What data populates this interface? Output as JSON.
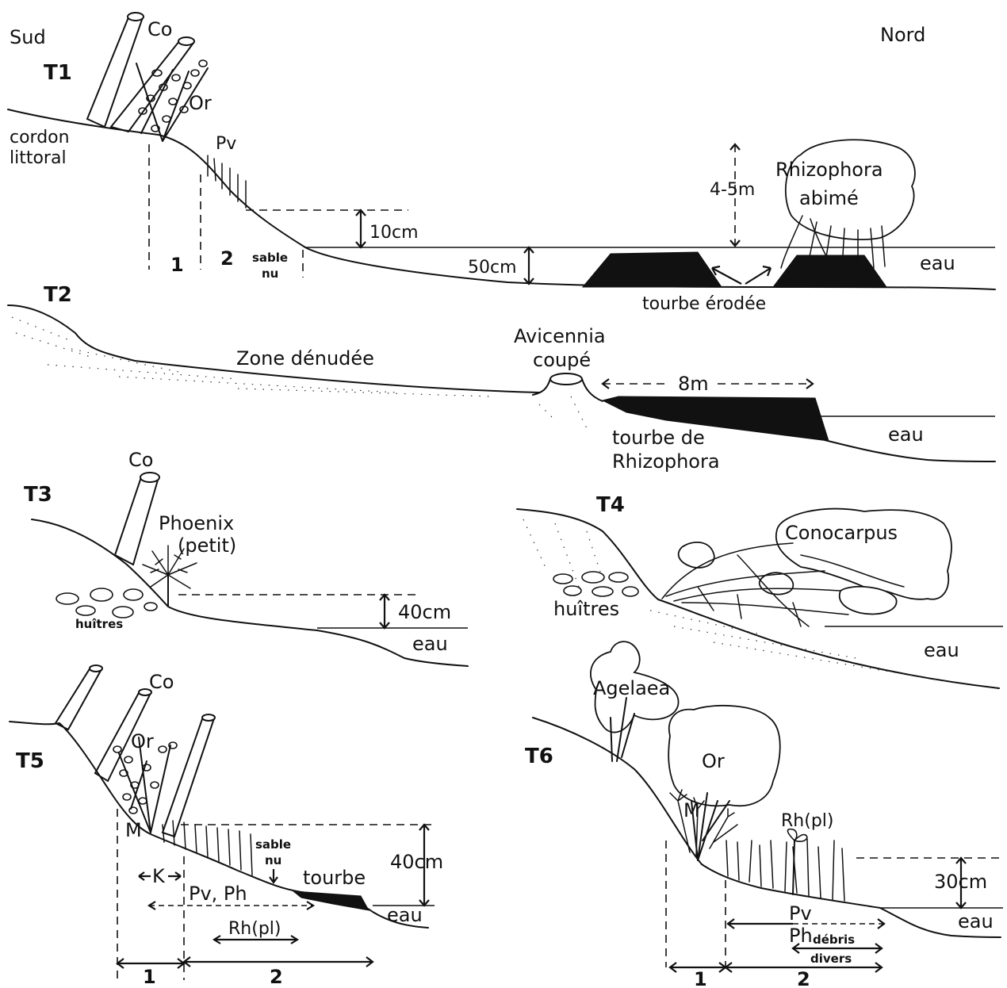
{
  "orientation": {
    "left": "Sud",
    "right": "Nord"
  },
  "t1": {
    "tag": "T1",
    "labels": {
      "co": "Co",
      "or": "Or",
      "cordon_1": "cordon",
      "cordon_2": "littoral",
      "pv": "Pv",
      "zone1": "1",
      "zone2": "2",
      "sable_1": "sable",
      "sable_2": "nu",
      "h10": "10cm",
      "h50": "50cm",
      "h45": "4-5m",
      "rhizo_1": "Rhizophora",
      "rhizo_2": "abimé",
      "eau": "eau",
      "tourbe": "tourbe érodée"
    }
  },
  "t2": {
    "tag": "T2",
    "labels": {
      "zone": "Zone dénudée",
      "avic_1": "Avicennia",
      "avic_2": "coupé",
      "dist": "8m",
      "tourbe_1": "tourbe de",
      "tourbe_2": "Rhizophora",
      "eau": "eau"
    }
  },
  "t3": {
    "tag": "T3",
    "labels": {
      "co": "Co",
      "phoenix_1": "Phoenix",
      "phoenix_2": "(petit)",
      "huitres": "huîtres",
      "h40": "40cm",
      "eau": "eau"
    }
  },
  "t4": {
    "tag": "T4",
    "labels": {
      "cono": "Conocarpus",
      "huitres": "huîtres",
      "eau": "eau"
    }
  },
  "t5": {
    "tag": "T5",
    "labels": {
      "co": "Co",
      "or": "Or",
      "m": "M",
      "k": "K",
      "pvph": "Pv, Ph",
      "rh": "Rh(pl)",
      "sable_1": "sable",
      "sable_2": "nu",
      "tourbe": "tourbe",
      "h40": "40cm",
      "eau": "eau",
      "zone1": "1",
      "zone2": "2"
    }
  },
  "t6": {
    "tag": "T6",
    "labels": {
      "agelaea": "Agelaea",
      "or": "Or",
      "m": "M",
      "rh": "Rh(pl)",
      "h30": "30cm",
      "eau": "eau",
      "pv": "Pv",
      "ph": "Ph",
      "debris_1": "débris",
      "debris_2": "divers",
      "zone1": "1",
      "zone2": "2"
    }
  }
}
